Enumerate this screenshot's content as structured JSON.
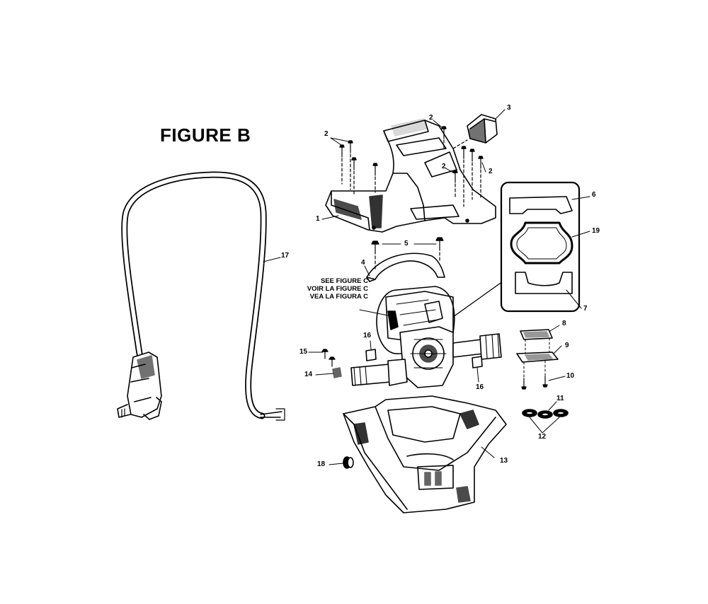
{
  "title": "FIGURE B",
  "reference": [
    "SEE FIGURE C",
    "VOIR LA FIGURE C",
    "VEA LA FIGURA C"
  ],
  "callouts": {
    "c1": "1",
    "c2a": "2",
    "c2b": "2",
    "c2c": "2",
    "c2d": "2",
    "c3": "3",
    "c4": "4",
    "c5": "5",
    "c6": "6",
    "c7": "7",
    "c8": "8",
    "c9": "9",
    "c10": "10",
    "c11": "11",
    "c12": "12",
    "c13": "13",
    "c14": "14",
    "c15": "15",
    "c16a": "16",
    "c16b": "16",
    "c17": "17",
    "c18": "18",
    "c19": "19"
  }
}
